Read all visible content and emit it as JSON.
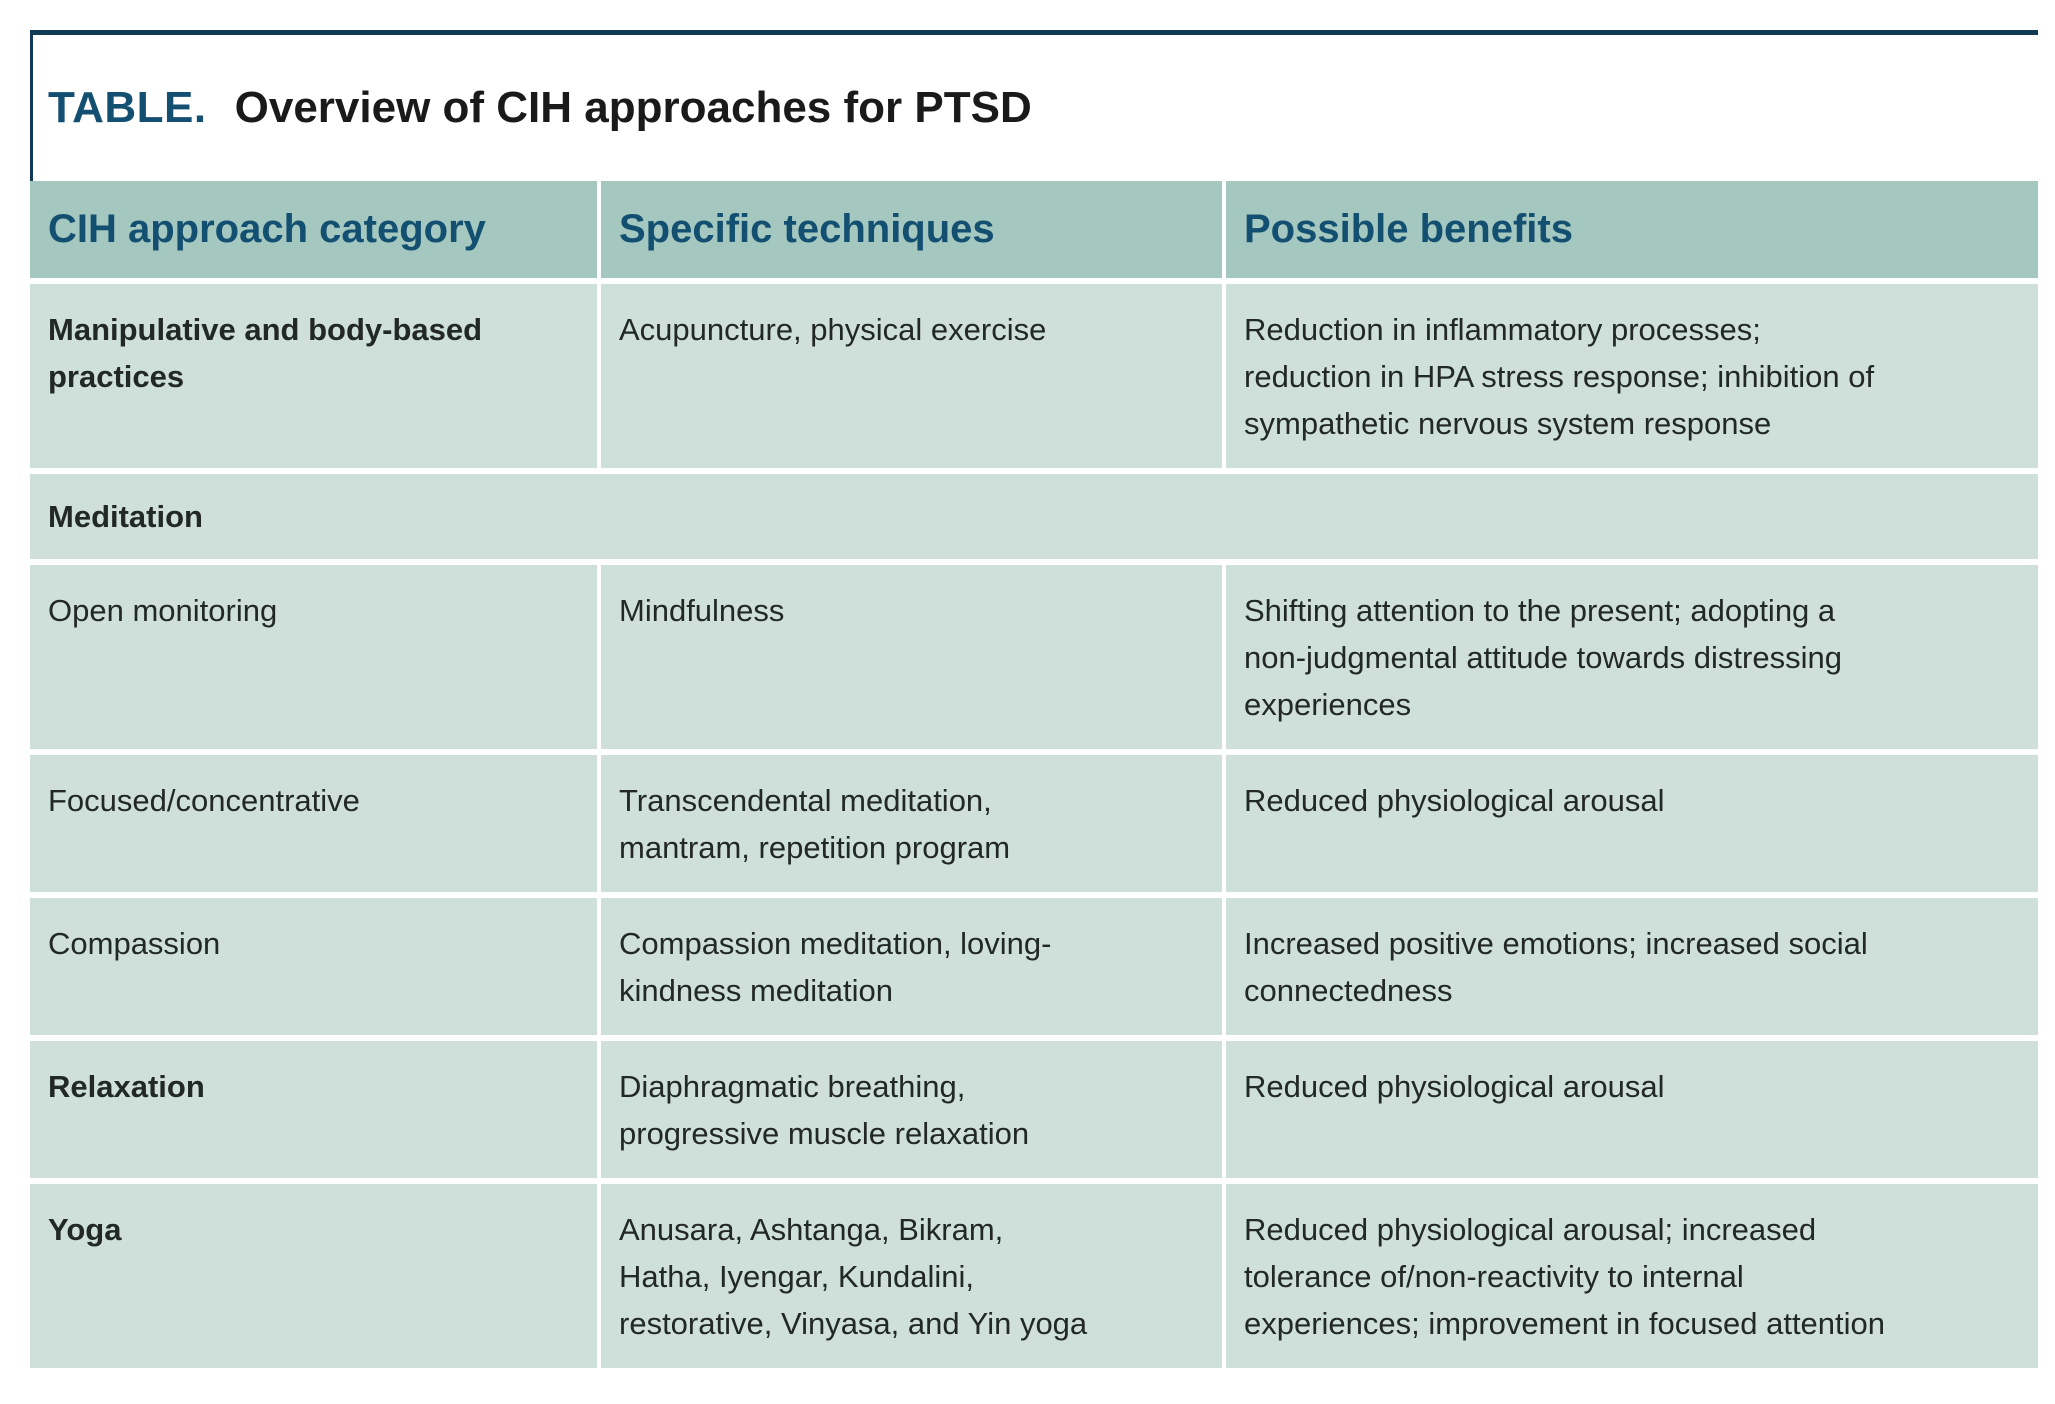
{
  "page": {
    "title_label": "TABLE.",
    "title": "Overview of CIH approaches for PTSD"
  },
  "colors": {
    "top_rule": "#123a54",
    "header_bg": "#a4c7bf",
    "row_bg": "#cfe0da",
    "header_text": "#134f70",
    "title_label_text": "#134f70",
    "body_text": "#222826"
  },
  "table": {
    "columns": [
      "CIH approach category",
      "Specific techniques",
      "Possible benefits"
    ],
    "rows": [
      {
        "category": "Manipulative and body-based\npractices",
        "techniques": "Acupuncture, physical exercise",
        "benefits": "Reduction in inflammatory processes;\nreduction in HPA stress response; inhibition of\nsympathetic nervous system response"
      },
      {
        "category": "Meditation",
        "techniques": "",
        "benefits": ""
      },
      {
        "category": "Open monitoring",
        "techniques": "Mindfulness",
        "benefits": "Shifting attention to the present; adopting a\nnon-judgmental attitude towards distressing\nexperiences"
      },
      {
        "category": "Focused/concentrative",
        "techniques": "Transcendental meditation,\nmantram, repetition program",
        "benefits": "Reduced physiological arousal"
      },
      {
        "category": "Compassion",
        "techniques": "Compassion meditation, loving-\nkindness meditation",
        "benefits": "Increased positive emotions; increased social\nconnectedness"
      },
      {
        "category": "Relaxation",
        "techniques": "Diaphragmatic breathing,\nprogressive muscle relaxation",
        "benefits": "Reduced physiological arousal"
      },
      {
        "category": "Yoga",
        "techniques": "Anusara, Ashtanga, Bikram,\nHatha, Iyengar, Kundalini,\nrestorative, Vinyasa, and Yin yoga",
        "benefits": "Reduced physiological arousal; increased\ntolerance of/non-reactivity to internal\nexperiences; improvement in focused attention"
      }
    ]
  }
}
